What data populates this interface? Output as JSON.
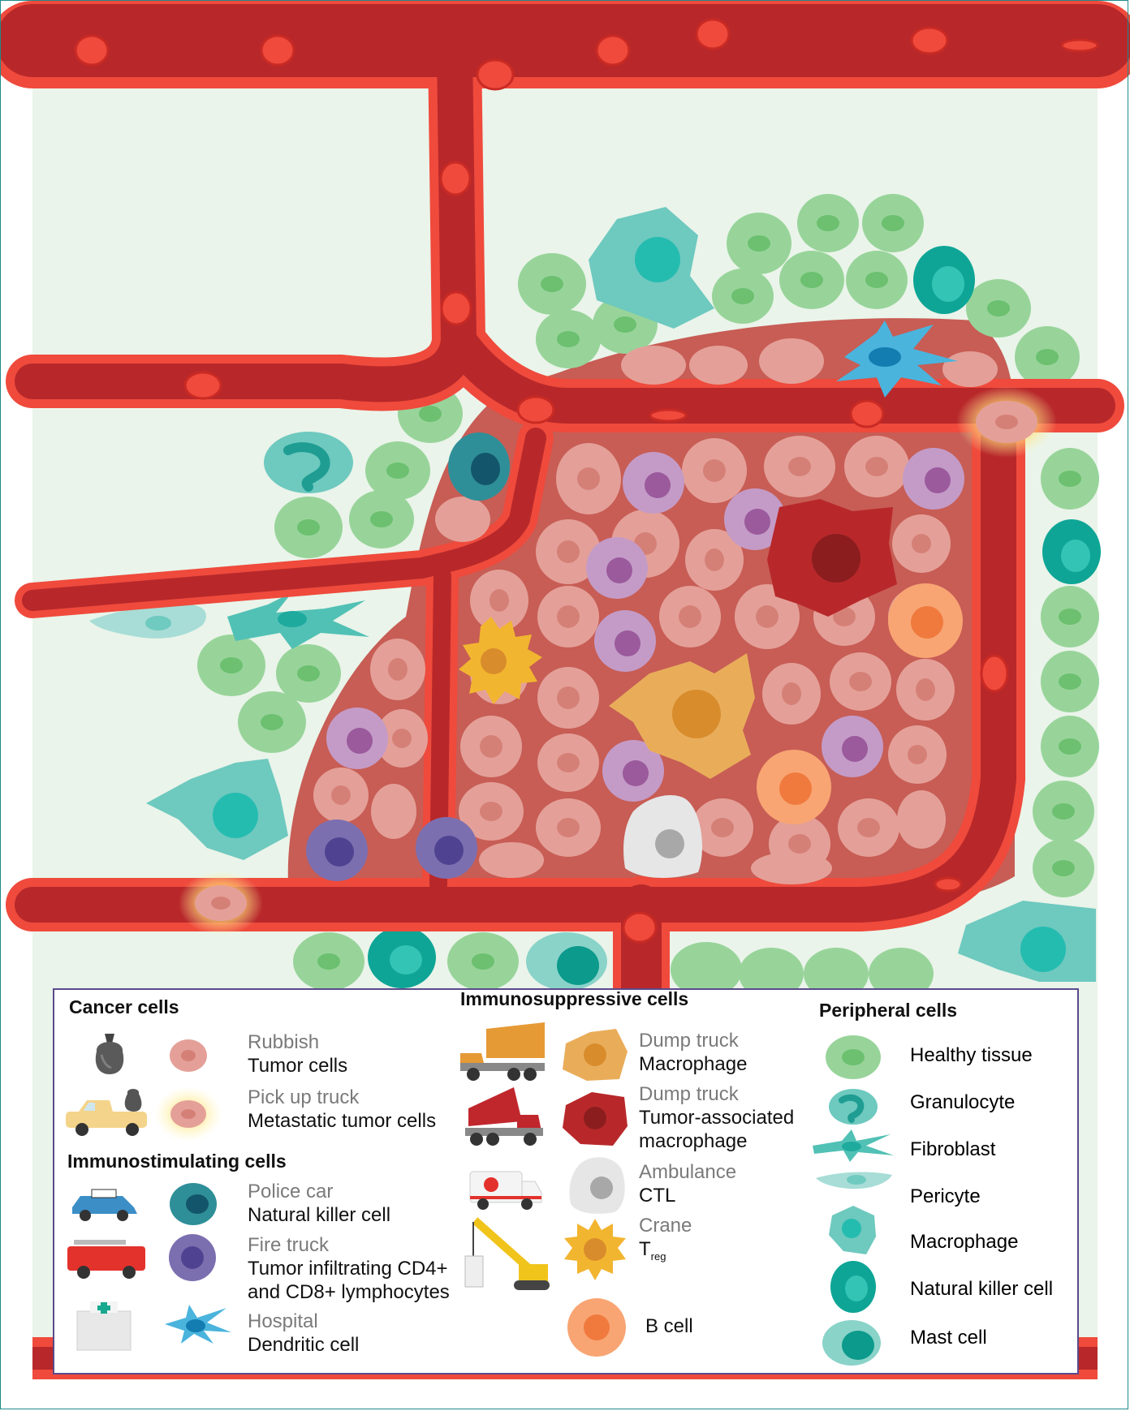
{
  "colors": {
    "background": "#eaf4ea",
    "vessel": "#b8282a",
    "vessel_edge": "#ef4a3c",
    "tumor_stroma": "#c75d55",
    "tumor_cell": "#e4a098",
    "healthy_tissue": "#98d49a",
    "legend_border": "#5b4a8b"
  },
  "legend": {
    "cancer": {
      "title": "Cancer cells",
      "items": [
        {
          "vehicle": "Rubbish",
          "cell": "Tumor cells",
          "icon": "garbage-bag-icon"
        },
        {
          "vehicle": "Pick up truck",
          "cell": "Metastatic tumor cells",
          "icon": "pickup-truck-icon"
        }
      ]
    },
    "immunostim": {
      "title": "Immunostimulating cells",
      "items": [
        {
          "vehicle": "Police car",
          "cell": "Natural killer cell",
          "icon": "police-car-icon"
        },
        {
          "vehicle": "Fire truck",
          "cell": "Tumor infiltrating CD4+",
          "cell2": "and CD8+ lymphocytes",
          "icon": "fire-truck-icon"
        },
        {
          "vehicle": "Hospital",
          "cell": "Dendritic cell",
          "icon": "hospital-icon"
        }
      ]
    },
    "immunosupp": {
      "title": "Immunosuppressive cells",
      "items": [
        {
          "vehicle": "Dump truck",
          "cell": "Macrophage",
          "icon": "dump-truck-icon"
        },
        {
          "vehicle": "Dump truck",
          "cell": "Tumor-associated",
          "cell2": "macrophage",
          "icon": "dump-truck-icon"
        },
        {
          "vehicle": "Ambulance",
          "cell": "CTL",
          "icon": "ambulance-icon"
        },
        {
          "vehicle": "Crane",
          "cell": "T",
          "sub": "reg",
          "icon": "crane-icon"
        },
        {
          "cell": "B cell"
        }
      ]
    },
    "peripheral": {
      "title": "Peripheral cells",
      "items": [
        "Healthy tissue",
        "Granulocyte",
        "Fibroblast",
        "Pericyte",
        "Macrophage",
        "Natural killer cell",
        "Mast cell"
      ]
    }
  }
}
